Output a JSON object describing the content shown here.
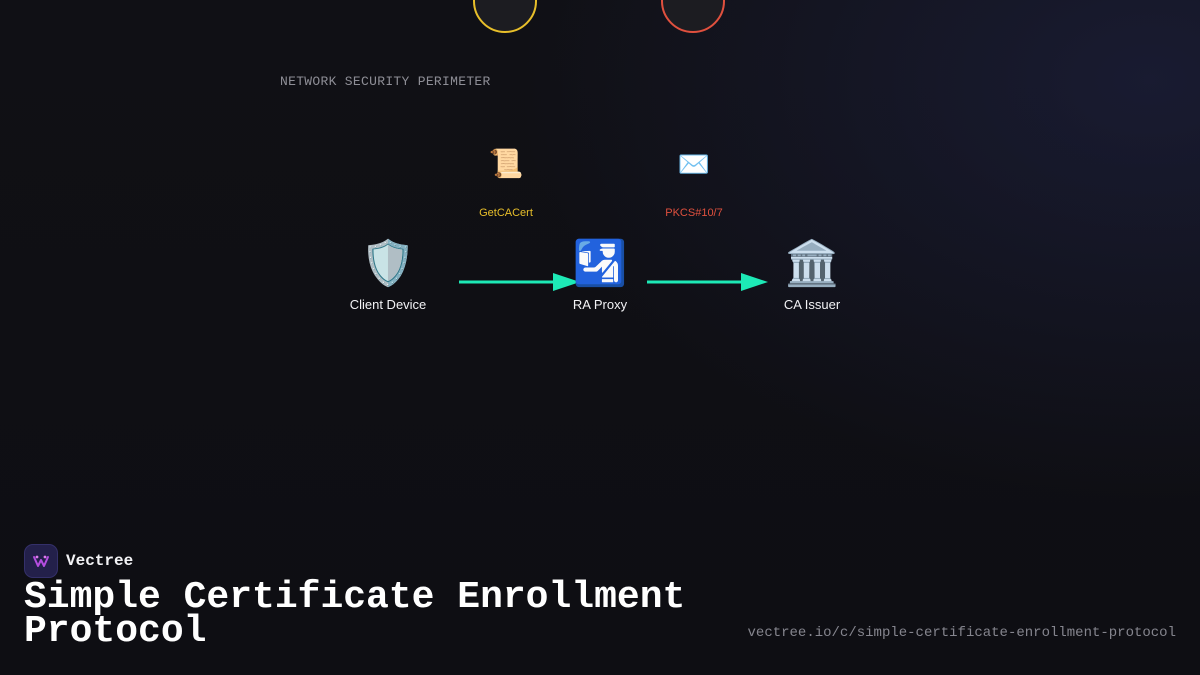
{
  "diagram": {
    "perimeter_label": "NETWORK SECURITY PERIMETER",
    "nodes": [
      {
        "icon": "🛡️",
        "icon_name": "shield-icon",
        "label": "Client Device"
      },
      {
        "icon": "🛂",
        "icon_name": "passport-control-icon",
        "label": "RA Proxy"
      },
      {
        "icon": "🏛️",
        "icon_name": "classical-building-icon",
        "label": "CA Issuer"
      }
    ],
    "messages": [
      {
        "icon": "📜",
        "icon_name": "scroll-icon",
        "label": "GetCACert",
        "color": "#e8bf2a"
      },
      {
        "icon": "✉️",
        "icon_name": "envelope-icon",
        "label": "PKCS#10/7",
        "color": "#e0503e"
      }
    ],
    "connector_color": "#1de9b6",
    "ring_colors": [
      "#e8bf2a",
      "#e0503e"
    ]
  },
  "footer": {
    "brand_name": "Vectree",
    "brand_logo_icon": "vectree-logo-icon",
    "title": "Simple Certificate Enrollment Protocol",
    "url": "vectree.io/c/simple-certificate-enrollment-protocol"
  }
}
